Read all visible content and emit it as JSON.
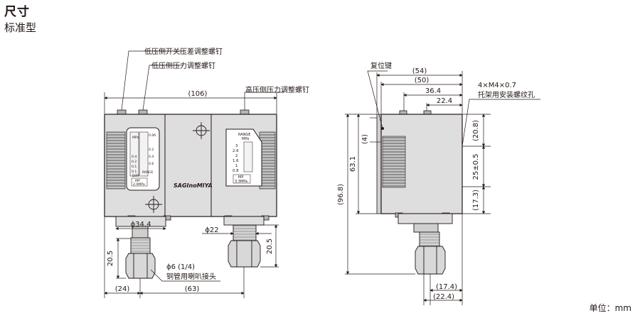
{
  "title": "尺寸",
  "subtitle": "标准型",
  "unit_label": "单位：mm",
  "callouts": {
    "low_diff_screw": "低压侧开关压差调整螺钉",
    "low_pressure_screw": "低压侧压力调整螺钉",
    "high_pressure_screw": "高压侧压力调整螺钉",
    "reset_key": "复位键",
    "mount_holes_spec": "4×M4×0.7",
    "mount_holes_desc": "托架用安装螺纹孔",
    "flare_size": "ϕ6 (1/4)",
    "flare_desc": "铜管用喇叭接头"
  },
  "front_dims": {
    "width_106": "(106)",
    "phi_34_4": "ϕ34.4",
    "phi_22": "ϕ22",
    "d_20_5_left": "20.5",
    "d_20_5_right": "20.5",
    "d_24": "(24)",
    "d_63": "(63)"
  },
  "side_dims": {
    "d_54": "(54)",
    "d_50": "(50)",
    "d_36_4": "36.4",
    "d_22_4_top": "22.4",
    "d_4": "(4)",
    "d_96_8": "(96.8)",
    "d_63_1": "63.1",
    "d_20_8": "(20.8)",
    "d_25": "25±0.5",
    "d_17_3": "(17.3)",
    "d_17_4": "(17.4)",
    "d_22_4_bottom": "(22.4)"
  },
  "left_scale": {
    "unit": "MPa",
    "ticks_right": [
      "0.06",
      "0.2",
      "0.4",
      "0.6"
    ],
    "ticks_left": [
      "0.4",
      "0.2",
      "0.1",
      "0.1"
    ],
    "range_label": "RANGE",
    "diff_label": "DIFF",
    "mp_label": "MP",
    "mp_value": "2.0MPa"
  },
  "right_scale": {
    "range_label": "RANGE",
    "unit": "MPa",
    "ticks": [
      "3",
      "2.6",
      "2",
      "1.6",
      "1",
      "0.8"
    ],
    "mp_label": "MP",
    "mp_value": "3.3MPa"
  },
  "brand": "SAGInoMIYA"
}
